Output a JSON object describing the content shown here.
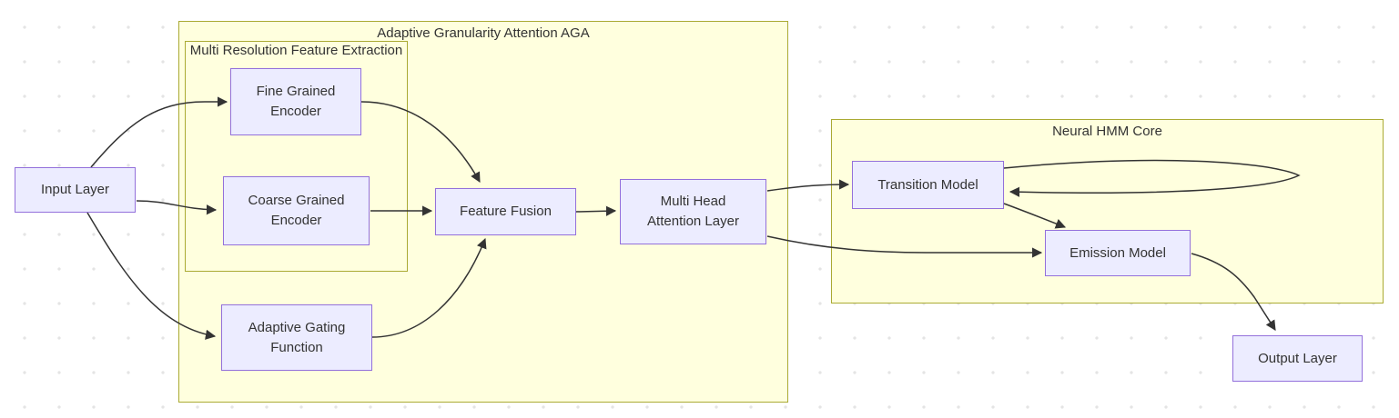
{
  "diagram": {
    "type": "flowchart",
    "containers": [
      {
        "id": "aga",
        "title": "Adaptive Granularity Attention AGA"
      },
      {
        "id": "mrfe",
        "title": "Multi Resolution Feature Extraction"
      },
      {
        "id": "hmm",
        "title": "Neural HMM Core"
      }
    ],
    "nodes": [
      {
        "id": "input-layer",
        "lines": [
          "Input Layer"
        ]
      },
      {
        "id": "fine-grained-encoder",
        "lines": [
          "Fine Grained",
          "Encoder"
        ]
      },
      {
        "id": "coarse-grained-encoder",
        "lines": [
          "Coarse Grained",
          "Encoder"
        ]
      },
      {
        "id": "adaptive-gating-function",
        "lines": [
          "Adaptive Gating",
          "Function"
        ]
      },
      {
        "id": "feature-fusion",
        "lines": [
          "Feature Fusion"
        ]
      },
      {
        "id": "multi-head-attention-layer",
        "lines": [
          "Multi Head",
          "Attention Layer"
        ]
      },
      {
        "id": "transition-model",
        "lines": [
          "Transition Model"
        ]
      },
      {
        "id": "emission-model",
        "lines": [
          "Emission Model"
        ]
      },
      {
        "id": "output-layer",
        "lines": [
          "Output Layer"
        ]
      }
    ],
    "edges": [
      {
        "from": "input-layer",
        "to": "fine-grained-encoder"
      },
      {
        "from": "input-layer",
        "to": "coarse-grained-encoder"
      },
      {
        "from": "input-layer",
        "to": "adaptive-gating-function"
      },
      {
        "from": "fine-grained-encoder",
        "to": "feature-fusion"
      },
      {
        "from": "coarse-grained-encoder",
        "to": "feature-fusion"
      },
      {
        "from": "adaptive-gating-function",
        "to": "feature-fusion"
      },
      {
        "from": "feature-fusion",
        "to": "multi-head-attention-layer"
      },
      {
        "from": "multi-head-attention-layer",
        "to": "transition-model"
      },
      {
        "from": "multi-head-attention-layer",
        "to": "emission-model"
      },
      {
        "from": "transition-model",
        "to": "transition-model"
      },
      {
        "from": "transition-model",
        "to": "emission-model"
      },
      {
        "from": "emission-model",
        "to": "output-layer"
      }
    ],
    "colors": {
      "node_fill": "#ECECFF",
      "node_border": "#9370DB",
      "container_fill": "#FFFFDE",
      "container_border": "#AAAA33",
      "edge": "#333333",
      "text": "#333333",
      "background_dots": "#E4E4E4"
    }
  }
}
